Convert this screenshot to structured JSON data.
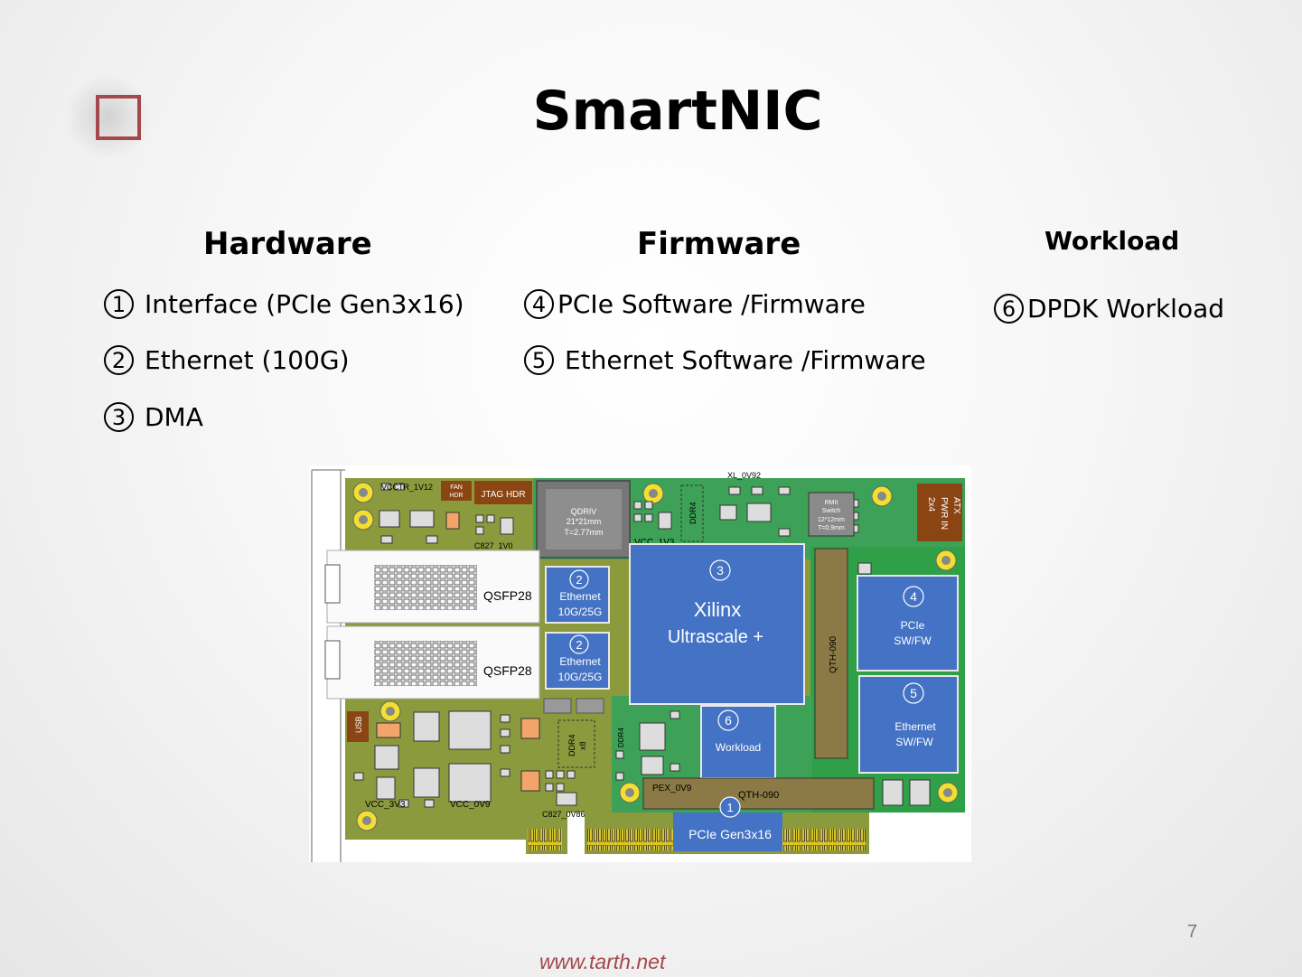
{
  "title": "SmartNIC",
  "columns": {
    "hardware": {
      "heading": "Hardware",
      "items": [
        {
          "num": "1",
          "text": "Interface (PCIe Gen3x16)"
        },
        {
          "num": "2",
          "text": "Ethernet (100G)"
        },
        {
          "num": "3",
          "text": "DMA"
        }
      ]
    },
    "firmware": {
      "heading": "Firmware",
      "items": [
        {
          "num": "4",
          "text": "PCIe Software /Firmware"
        },
        {
          "num": "5",
          "text": "Ethernet Software /Firmware"
        }
      ]
    },
    "workload": {
      "heading": "Workload",
      "items": [
        {
          "num": "6",
          "text": "DPDK Workload"
        }
      ]
    }
  },
  "board": {
    "labels": {
      "vcctr": "VCCTR_1V12",
      "fan_hdr_1": "FAN",
      "fan_hdr_2": "HDR",
      "jtag": "JTAG HDR",
      "qdriv_1": "QDRIV",
      "qdriv_2": "21*21mm",
      "qdriv_3": "T=2.77mm",
      "xl_0v92": "XL_0V92",
      "ddr4_top": "DDR4",
      "vcc_1v3": "VCC_1V3",
      "c827_1v0": "C827_1V0",
      "rmii_1": "RMII",
      "rmii_2": "Switch",
      "rmii_3": "12*12mm",
      "rmii_4": "T=0.9mm",
      "atx_1": "ATX",
      "atx_2": "PWR IN",
      "atx_3": "2x4",
      "qsfp_1": "QSFP28",
      "qsfp_2": "QSFP28",
      "eth_a_num": "2",
      "eth_a_1": "Ethernet",
      "eth_a_2": "10G/25G",
      "eth_b_num": "2",
      "eth_b_1": "Ethernet",
      "eth_b_2": "10G/25G",
      "fpga_num": "3",
      "fpga_1": "Xilinx",
      "fpga_2": "Ultrascale +",
      "qth_090_v": "QTH-090",
      "pcie_num": "4",
      "pcie_1": "PCIe",
      "pcie_2": "SW/FW",
      "ethfw_num": "5",
      "ethfw_1": "Ethernet",
      "ethfw_2": "SW/FW",
      "wl_num": "6",
      "wl_1": "Workload",
      "usb": "USB",
      "ddr4_x8_1": "DDR4",
      "ddr4_x8_2": "x8",
      "ddr4_bottom": "DDR4",
      "vcc_3v3": "VCC_3V3",
      "vcc_0v9": "VCC_0V9",
      "c827_0v86": "C827_0V86",
      "pex_0v9": "PEX_0V9",
      "qth_090_h": "QTH-090",
      "gen_num": "1",
      "gen_label": "PCIe Gen3x16"
    },
    "colors": {
      "pcb_green": "#2f9f48",
      "pcb_olive": "#8c9a3e",
      "chip_blue": "#4472c4",
      "brown": "#8b4513",
      "gold": "#d7c52a"
    }
  },
  "page_number": "7",
  "footer_url": "www.tarth.net"
}
